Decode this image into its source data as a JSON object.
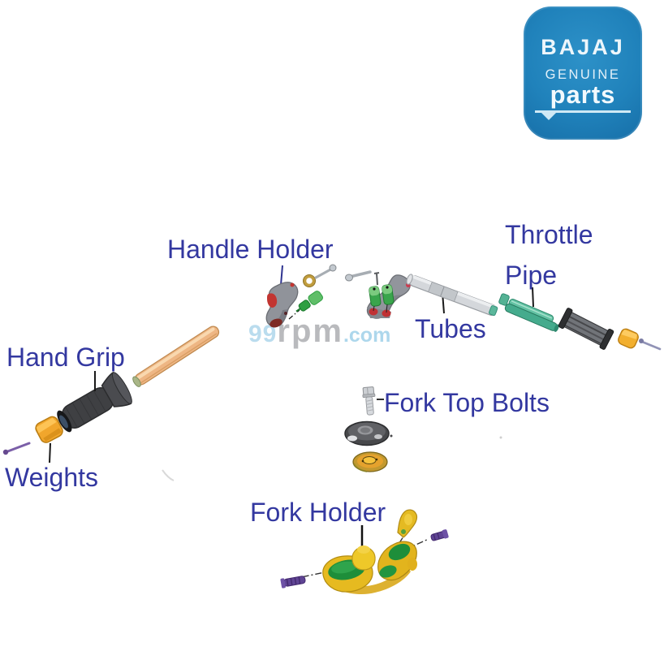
{
  "logo": {
    "brand": "BAJAJ",
    "genuine": "GENUINE",
    "parts": "parts",
    "bg_color": "#2082bb",
    "text_color": "#ffffff"
  },
  "watermark": {
    "part1": "99",
    "part2": "rpm",
    "part3": ".com",
    "blue_color": "#aed6ea",
    "gray_color": "#b6b7ba"
  },
  "labels": {
    "handle_holder": "Handle Holder",
    "throttle_line1": "Throttle",
    "throttle_line2": "Pipe",
    "tubes": "Tubes",
    "hand_grip": "Hand Grip",
    "weights": "Weights",
    "fork_top_bolts": "Fork Top Bolts",
    "fork_holder": "Fork Holder",
    "text_color": "#3338a0"
  },
  "part_colors": {
    "grip_dark": "#3f4043",
    "weight_yellow": "#f1a62c",
    "tube_tan": "#eeb684",
    "holder_gray": "#90939a",
    "holder_red": "#c23531",
    "bolt_green": "#3aa54c",
    "tube_silver": "#d4d7db",
    "throttle_green": "#45ab8d",
    "fork_holder_yellow": "#e6ba20",
    "fork_holder_green": "#1e8e3a",
    "bolt_purple": "#5f4494"
  }
}
